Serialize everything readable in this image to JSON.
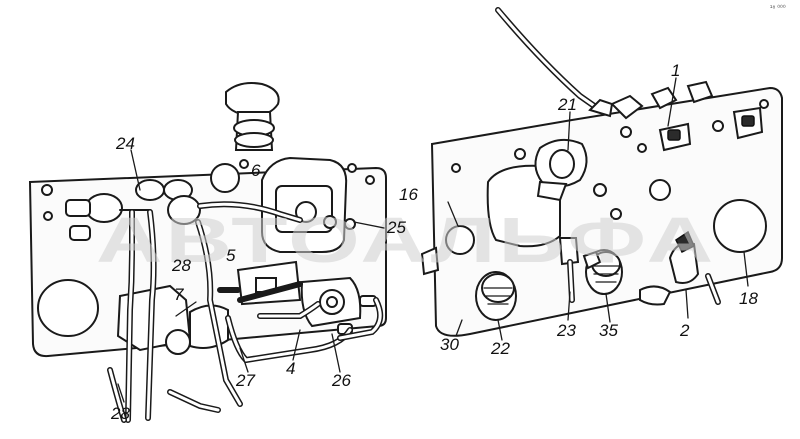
{
  "watermark": "АВТОАЛЬФА",
  "corner_mark": "¹⁸ ⁰⁰⁰",
  "callouts": {
    "c1": "1",
    "c2": "2",
    "c4": "4",
    "c5": "5",
    "c6": "6",
    "c7": "7",
    "c16": "16",
    "c18": "18",
    "c21": "21",
    "c22": "22",
    "c23": "23",
    "c24": "24",
    "c25": "25",
    "c26": "26",
    "c27": "27",
    "c28a": "28",
    "c28b": "28",
    "c30": "30",
    "c35": "35"
  }
}
